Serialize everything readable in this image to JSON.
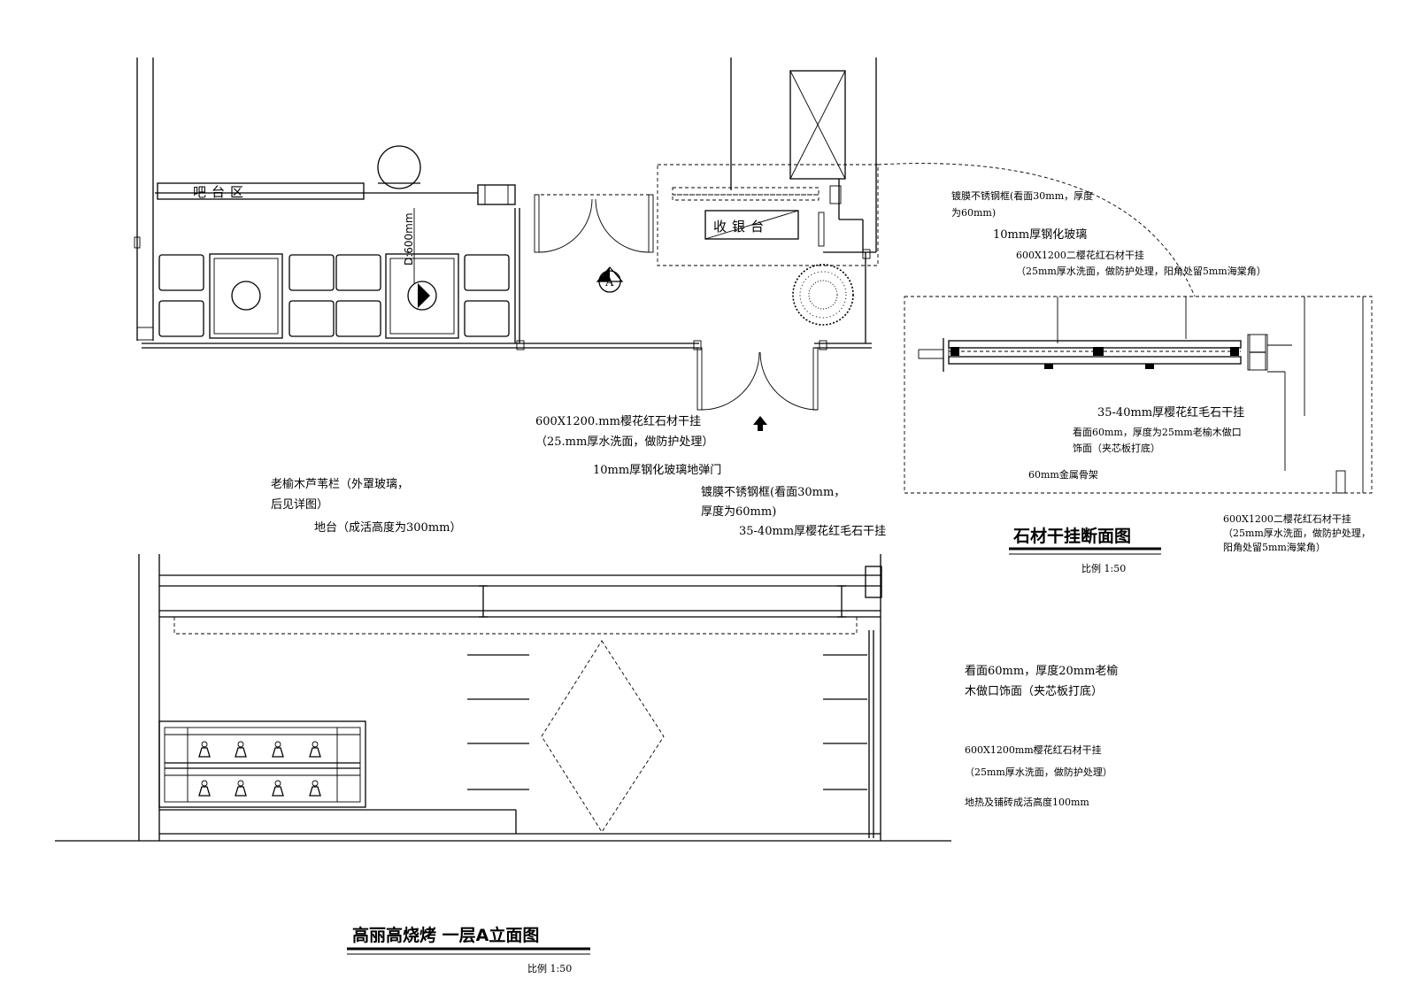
{
  "plan": {
    "counter_label": "吧台区",
    "cashier_label": "收银台",
    "dimension_label": "D:600mm",
    "section_marker": "A",
    "notes": [
      "600X1200.mm樱花红石材干挂",
      "（25.mm厚水洗面，做防护处理）",
      "10mm厚钢化玻璃地弹门",
      "镀膜不锈钢框(看面30mm，",
      "厚度为60mm)",
      "老榆木芦苇栏（外罩玻璃，",
      "后见详图）",
      "地台（成活高度为300mm）",
      "35-40mm厚樱花红毛石干挂"
    ]
  },
  "section": {
    "title": "石材干挂断面图",
    "scale": "比例  1:50",
    "notes": [
      "镀膜不锈钢框(看面30mm，厚度",
      "为60mm)",
      "10mm厚钢化玻璃",
      "600X1200二樱花红石材干挂",
      "（25mm厚水洗面，做防护处理，阳角处留5mm海棠角）",
      "35-40mm厚樱花红毛石干挂",
      "看面60mm，厚度为25mm老榆木做口",
      "饰面（夹芯板打底）",
      "60mm金属骨架",
      "600X1200二樱花红石材干挂",
      "（25mm厚水洗面，做防护处理，",
      "阳角处留5mm海棠角）"
    ]
  },
  "elevation": {
    "title": "高丽高烧烤    一层A立面图",
    "scale": "比例  1:50",
    "notes": [
      "看面60mm，厚度20mm老榆",
      "木做口饰面（夹芯板打底）",
      "600X1200mm樱花红石材干挂",
      "（25mm厚水洗面，做防护处理）",
      "地热及铺砖成活高度100mm"
    ]
  }
}
